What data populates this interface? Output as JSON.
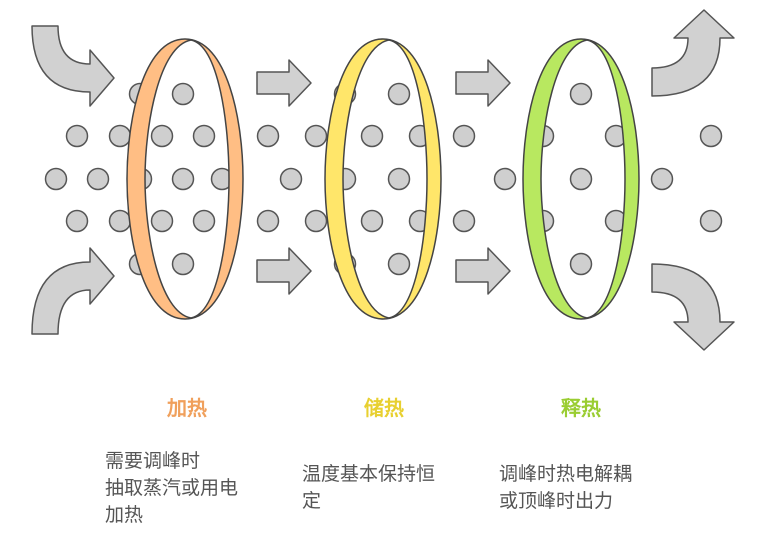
{
  "stages": [
    {
      "title": "加热",
      "color": "#F0A05C",
      "ring_fill": "#FFBE84",
      "description_lines": [
        "需要调峰时",
        "抽取蒸汽或用电",
        "加热"
      ]
    },
    {
      "title": "储热",
      "color": "#E8D030",
      "ring_fill": "#FFE66A",
      "description_lines": [
        "温度基本保持恒",
        "定"
      ]
    },
    {
      "title": "释热",
      "color": "#9ACD32",
      "ring_fill": "#B8E860",
      "description_lines": [
        "调峰时热电解耦",
        "或顶峰时出力"
      ]
    }
  ],
  "colors": {
    "arrow_fill": "#D1D1D1",
    "arrow_stroke": "#555555",
    "particle_fill": "#CFCFCF",
    "particle_stroke": "#555555",
    "description_text": "#555555"
  },
  "icons": [
    "curved-arrow-in",
    "right-arrow",
    "curved-arrow-out",
    "particle-circle",
    "filter-ring"
  ]
}
